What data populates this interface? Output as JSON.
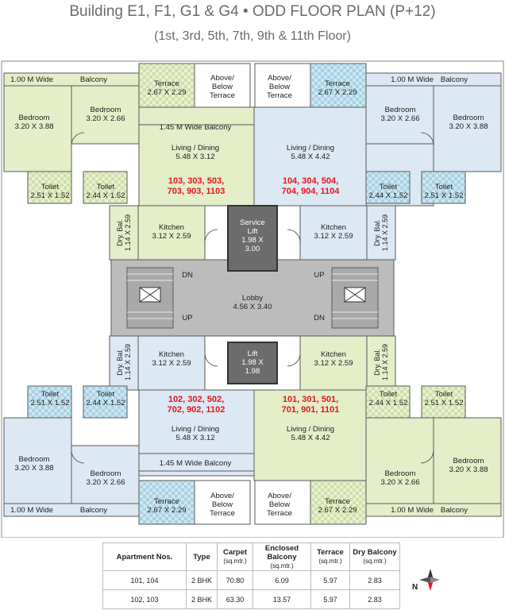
{
  "header": {
    "title": "Building E1, F1, G1 & G4  • ODD FLOOR PLAN (P+12)",
    "subtitle": "(1st, 3rd, 5th, 7th, 9th & 11th Floor)"
  },
  "colors": {
    "green_room": "#e4eec9",
    "blue_room": "#dce8f4",
    "lobby": "#bcbcbc",
    "lift": "#6c6c6c",
    "wall": "#5a5a5a",
    "unit_label": "#e8141b",
    "terrace_tile": "#a7d2e6"
  },
  "plan": {
    "balcony_wide_1m": "1.00 M Wide",
    "balcony_word": "Balcony",
    "balcony_wide_145": "1.45 M Wide Balcony",
    "terrace": "Terrace",
    "terrace_size": "2.67 X 2.29",
    "above_below_terrace": [
      "Above/",
      "Below",
      "Terrace"
    ],
    "bedroom": "Bedroom",
    "bedroom_large": "3.20 X 3.88",
    "bedroom_small": "3.20 X 2.66",
    "living_dining": "Living / Dining",
    "living_small": "5.48 X 3.12",
    "living_large": "5.48 X 4.42",
    "toilet": "Toilet",
    "toilet_a": "2.51 X 1.52",
    "toilet_b": "2.44 X 1.52",
    "kitchen": "Kitchen",
    "kitchen_size": "3.12 X 2.59",
    "dry_bal": "Dry. Bal.",
    "dry_bal_size": "1.14 X 2.59",
    "service_lift": [
      "Service",
      "Lift",
      "1.98 X",
      "3.00"
    ],
    "lift": [
      "Lift",
      "1.98 X",
      "1.98"
    ],
    "lobby": "Lobby",
    "lobby_size": "4.56 X 3.40",
    "dn": "DN",
    "up": "UP",
    "units": {
      "top_left": [
        "103, 303, 503,",
        "703, 903, 1103"
      ],
      "top_right": [
        "104, 304, 504,",
        "704, 904, 1104"
      ],
      "bottom_left": [
        "102, 302, 502,",
        "702, 902, 1102"
      ],
      "bottom_right": [
        "101, 301, 501,",
        "701, 901, 1101"
      ]
    }
  },
  "area_table": {
    "headers": [
      "Apartment Nos.",
      "Type",
      "Carpet",
      "Enclosed Balcony",
      "Terrace",
      "Dry Balcony"
    ],
    "units_row": [
      "",
      "",
      "(sq.mtr.)",
      "(sq.mtr.)",
      "(sq.mtr.)",
      "(sq.mtr.)"
    ],
    "rows": [
      [
        "101, 104",
        "2 BHK",
        "70.80",
        "6.09",
        "5.97",
        "2.83"
      ],
      [
        "102, 103",
        "2 BHK",
        "63.30",
        "13.57",
        "5.97",
        "2.83"
      ]
    ]
  },
  "compass": {
    "label": "N",
    "icon": "north-arrow-icon"
  }
}
